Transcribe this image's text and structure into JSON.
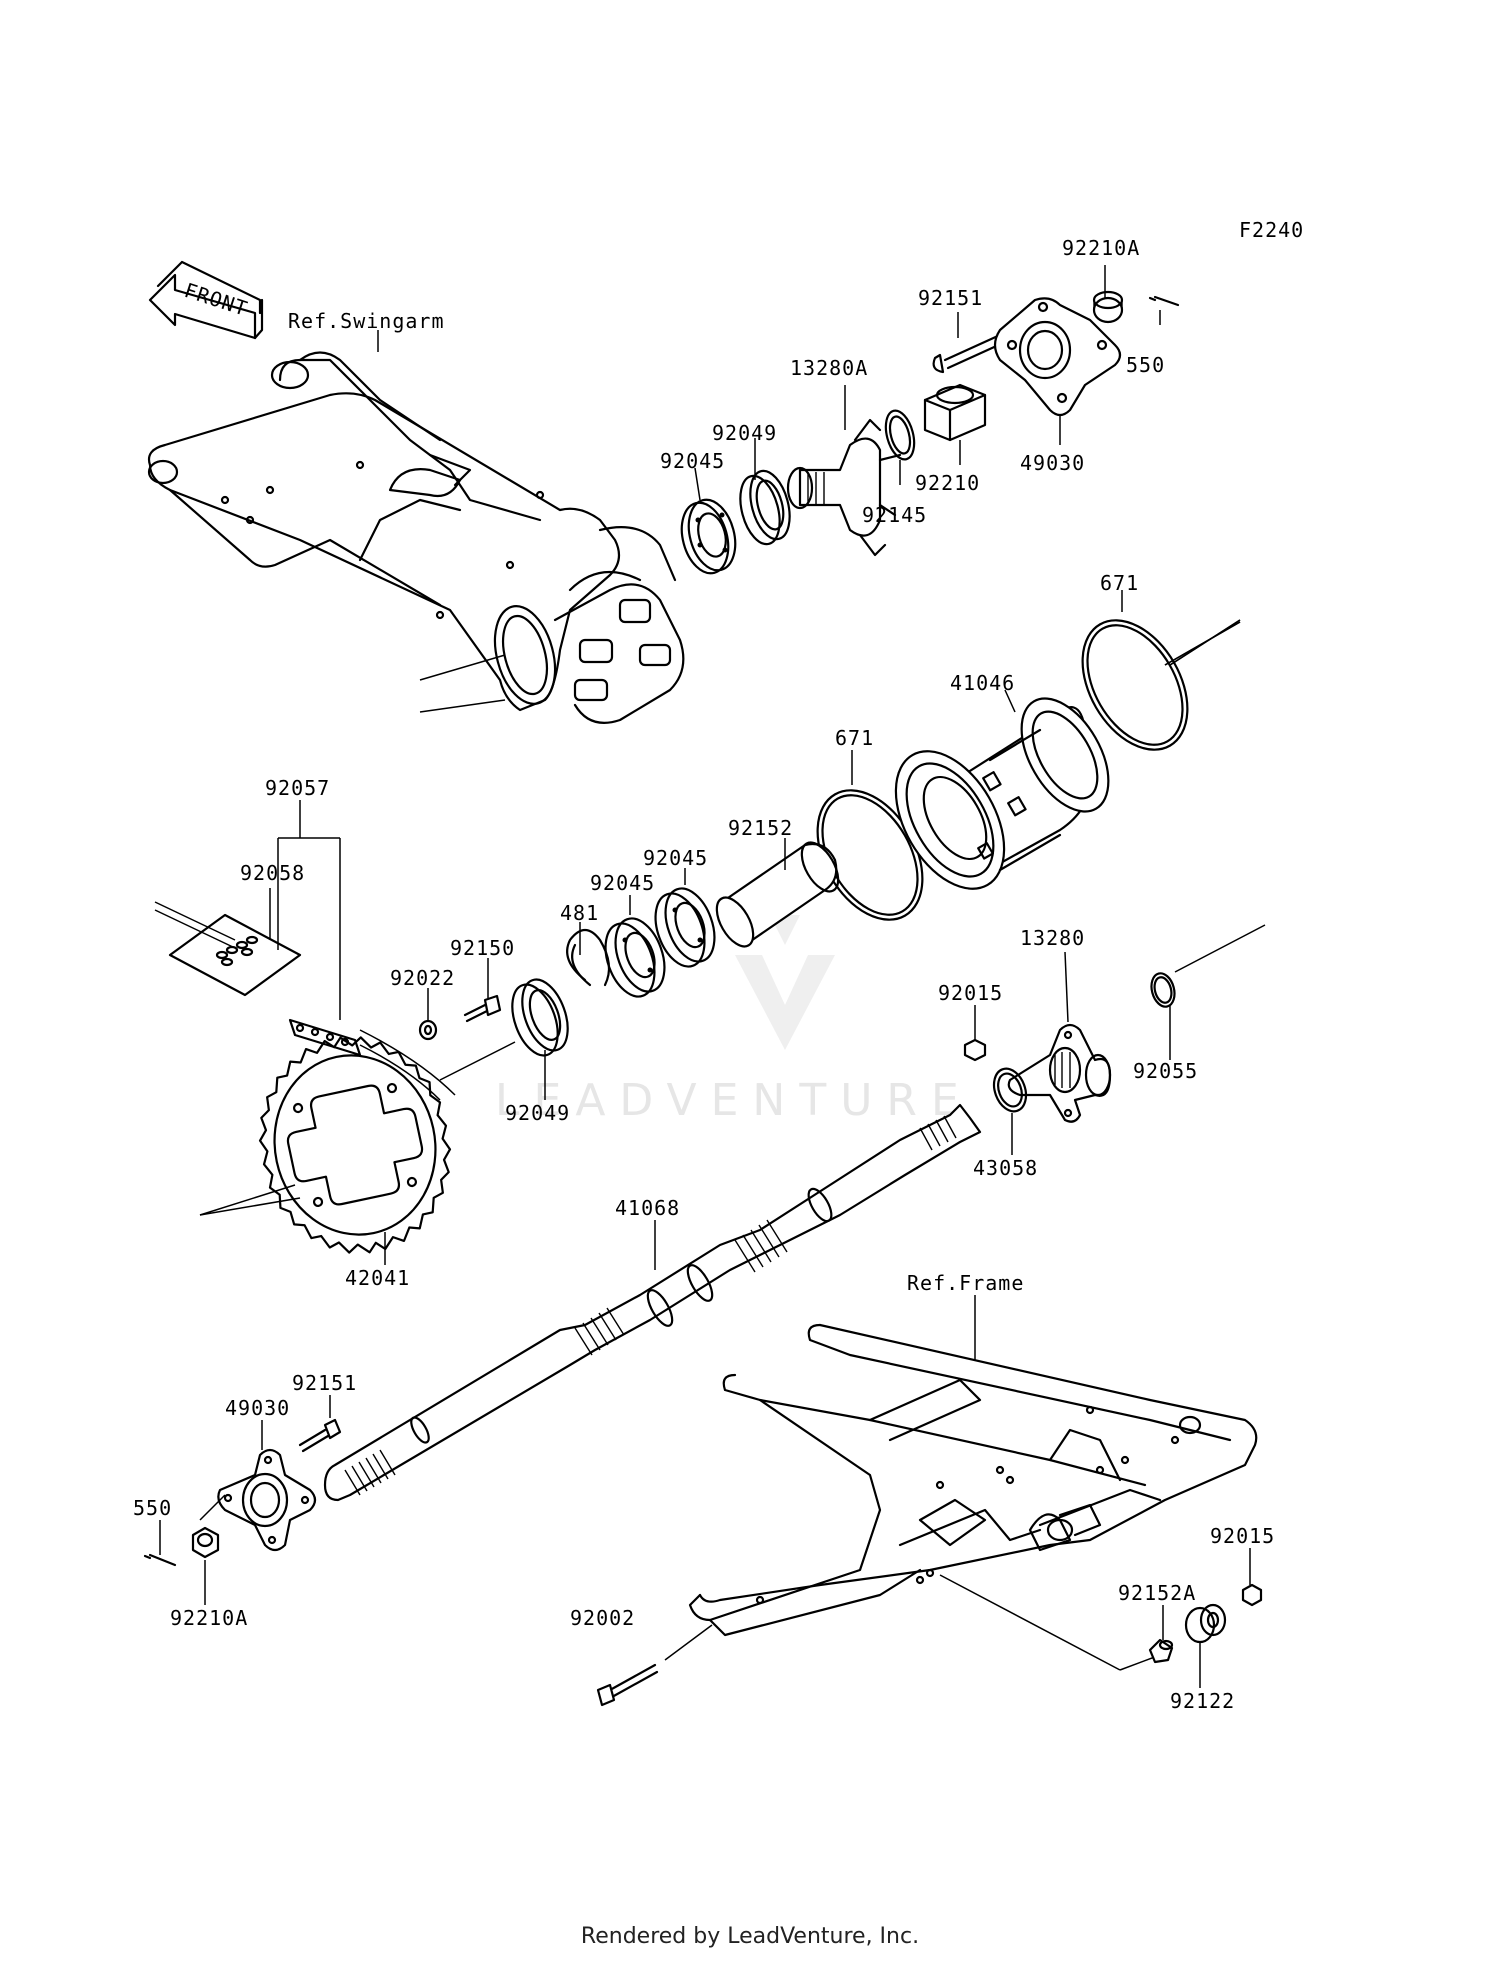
{
  "figure_code": "F2240",
  "direction_tag": "FRONT",
  "refs": {
    "swingarm": "Ref.Swingarm",
    "frame": "Ref.Frame"
  },
  "watermark": "LEADVENTURE",
  "footer": "Rendered by LeadVenture, Inc.",
  "labels": [
    {
      "id": "92210A-top",
      "text": "92210A"
    },
    {
      "id": "92151-top",
      "text": "92151"
    },
    {
      "id": "550-top",
      "text": "550"
    },
    {
      "id": "13280A",
      "text": "13280A"
    },
    {
      "id": "92049-top",
      "text": "92049"
    },
    {
      "id": "92045-top",
      "text": "92045"
    },
    {
      "id": "92210",
      "text": "92210"
    },
    {
      "id": "49030-top",
      "text": "49030"
    },
    {
      "id": "92145",
      "text": "92145"
    },
    {
      "id": "671-right",
      "text": "671"
    },
    {
      "id": "41046",
      "text": "41046"
    },
    {
      "id": "671-mid",
      "text": "671"
    },
    {
      "id": "92057",
      "text": "92057"
    },
    {
      "id": "92058",
      "text": "92058"
    },
    {
      "id": "92152",
      "text": "92152"
    },
    {
      "id": "92045-mid1",
      "text": "92045"
    },
    {
      "id": "92045-mid2",
      "text": "92045"
    },
    {
      "id": "481",
      "text": "481"
    },
    {
      "id": "92150",
      "text": "92150"
    },
    {
      "id": "92022",
      "text": "92022"
    },
    {
      "id": "13280",
      "text": "13280"
    },
    {
      "id": "92015-mid",
      "text": "92015"
    },
    {
      "id": "92055",
      "text": "92055"
    },
    {
      "id": "92049-mid",
      "text": "92049"
    },
    {
      "id": "43058",
      "text": "43058"
    },
    {
      "id": "41068",
      "text": "41068"
    },
    {
      "id": "42041",
      "text": "42041"
    },
    {
      "id": "92151-bot",
      "text": "92151"
    },
    {
      "id": "49030-bot",
      "text": "49030"
    },
    {
      "id": "550-bot",
      "text": "550"
    },
    {
      "id": "92210A-bot",
      "text": "92210A"
    },
    {
      "id": "92002",
      "text": "92002"
    },
    {
      "id": "92015-bot",
      "text": "92015"
    },
    {
      "id": "92152A",
      "text": "92152A"
    },
    {
      "id": "92122",
      "text": "92122"
    }
  ]
}
